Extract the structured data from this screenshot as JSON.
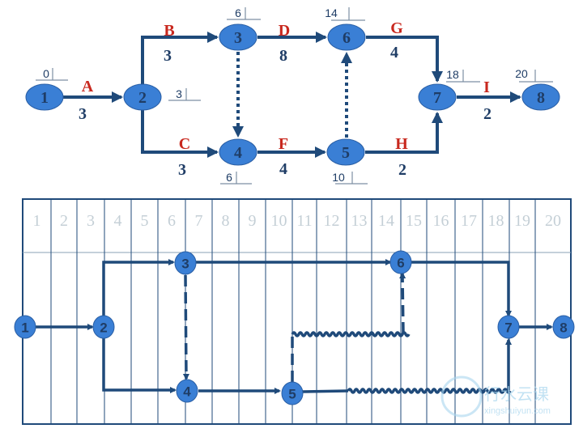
{
  "network": {
    "nodes": [
      "1",
      "2",
      "3",
      "4",
      "5",
      "6",
      "7",
      "8"
    ],
    "activities": [
      {
        "name": "A",
        "duration": "3",
        "from": "1",
        "to": "2"
      },
      {
        "name": "B",
        "duration": "3",
        "from": "2",
        "to": "3"
      },
      {
        "name": "C",
        "duration": "3",
        "from": "2",
        "to": "4"
      },
      {
        "name": "D",
        "duration": "8",
        "from": "3",
        "to": "6"
      },
      {
        "name": "F",
        "duration": "4",
        "from": "4",
        "to": "5"
      },
      {
        "name": "G",
        "duration": "4",
        "from": "6",
        "to": "7"
      },
      {
        "name": "H",
        "duration": "2",
        "from": "5",
        "to": "7"
      },
      {
        "name": "I",
        "duration": "2",
        "from": "7",
        "to": "8"
      }
    ],
    "dummy_activities": [
      {
        "from": "3",
        "to": "4"
      },
      {
        "from": "5",
        "to": "6"
      }
    ],
    "node_times": {
      "1": "0",
      "2": "3",
      "3": "6",
      "4": "6",
      "5": "10",
      "6": "14",
      "7": "18",
      "8": "20"
    }
  },
  "timescale": {
    "header": [
      "1",
      "2",
      "3",
      "4",
      "5",
      "6",
      "7",
      "8",
      "9",
      "10",
      "11",
      "12",
      "13",
      "14",
      "15",
      "16",
      "17",
      "18",
      "19",
      "20"
    ],
    "nodes": [
      "1",
      "2",
      "3",
      "4",
      "5",
      "6",
      "7",
      "8"
    ]
  },
  "watermark": {
    "brand": "行水云课",
    "url": "xingshuiyun.com"
  }
}
